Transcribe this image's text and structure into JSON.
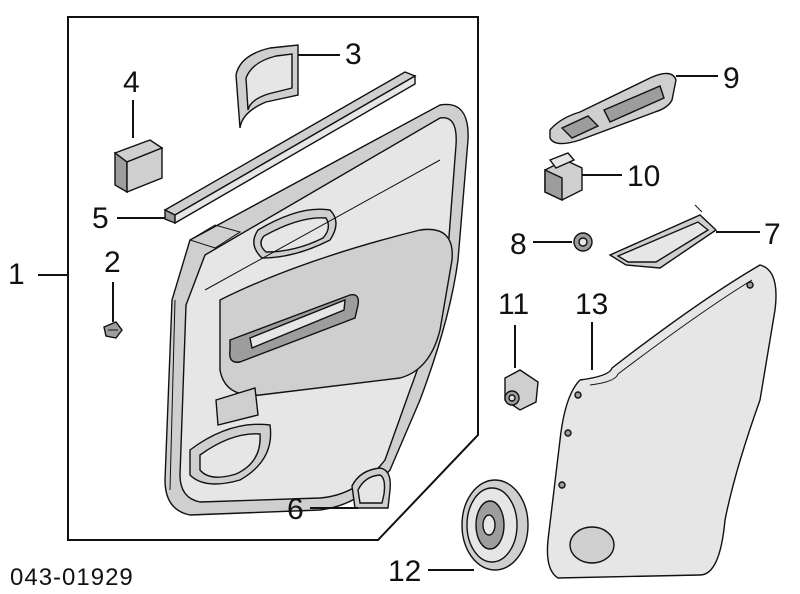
{
  "callouts": {
    "c1": "1",
    "c2": "2",
    "c3": "3",
    "c4": "4",
    "c5": "5",
    "c6": "6",
    "c7": "7",
    "c8": "8",
    "c9": "9",
    "c10": "10",
    "c11": "11",
    "c12": "12",
    "c13": "13"
  },
  "diagram_code": "043-01929"
}
